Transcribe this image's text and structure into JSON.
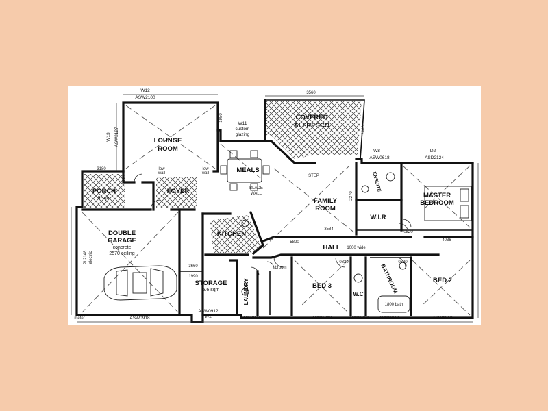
{
  "colors": {
    "background": "#f6cbab",
    "paper": "#ffffff",
    "ink": "#111111"
  },
  "rooms": {
    "lounge": "LOUNGE",
    "lounge2": "ROOM",
    "porch": "PORCH",
    "porch_sub": "6 sqm",
    "foyer": "FOYER",
    "meals": "MEALS",
    "alfresco": "COVERED",
    "alfresco2": "ALFRESCO",
    "family": "FAMILY",
    "family2": "ROOM",
    "kitchen": "KITCHEN",
    "garage": "DOUBLE",
    "garage2": "GARAGE",
    "garage_sub": "concrete",
    "garage_sub2": "2570 ceiling",
    "storage": "STORAGE",
    "storage_sub": "5.6 sqm",
    "laundry": "LAUNDRY",
    "bed3": "BED 3",
    "wc": "W.C",
    "bathroom": "BATHROOM",
    "bed2": "BED 2",
    "ensuite": "ENSUITE",
    "wir": "W.I.R",
    "master": "MASTER",
    "master2": "BEDROOM",
    "hall": "HALL",
    "hall_sub": "1000 wide"
  },
  "windows": {
    "w12": "W12",
    "asw2100": "ASW2100",
    "w13": "W13",
    "asw2127": "ASW2127",
    "w11": "W11",
    "custom": "custom",
    "glazing": "glazing",
    "w8": "W8",
    "asw0618_top": "ASW0618",
    "d2": "D2",
    "asd2124": "ASD2124",
    "asw0918": "ASW0918",
    "asw0912": "ASW0912",
    "w2": "W2",
    "asd2115": "ASD2115",
    "asw1218_a": "ASW1218",
    "asw0606": "ASW0606",
    "asw0618_b": "ASW0618",
    "asw1218_b": "ASW1218"
  },
  "notes": {
    "blade": "BLADE",
    "blade2": "WALL",
    "step": "STEP",
    "low_wall_a": "low",
    "low_wall_a2": "wall",
    "low_wall_b": "low",
    "low_wall_b2": "wall",
    "meter": "meter",
    "broom": "broom",
    "bath": "1800 bath",
    "pl2148": "PL2148",
    "electric": "electric"
  },
  "dimensions": {
    "d1950": "1950",
    "d3560": "3560",
    "d3180": "3180",
    "d2460": "2460",
    "d5820": "5820",
    "d3584": "3584",
    "d3660": "3660",
    "d1990": "1990",
    "d0820a": "0820",
    "d0820b": "0820",
    "d0820c": "0820",
    "d2270": "2270",
    "d4036": "4036"
  }
}
